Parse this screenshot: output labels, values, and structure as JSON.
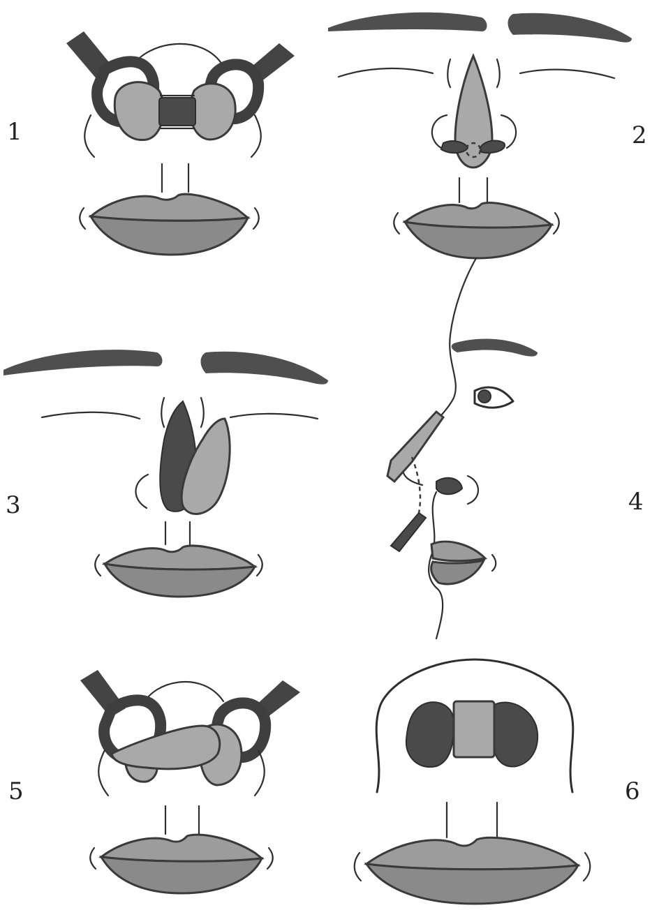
{
  "panels": [
    {
      "id": "1",
      "label": "1"
    },
    {
      "id": "2",
      "label": "2"
    },
    {
      "id": "3",
      "label": "3"
    },
    {
      "id": "4",
      "label": "4"
    },
    {
      "id": "5",
      "label": "5"
    },
    {
      "id": "6",
      "label": "6"
    }
  ],
  "colors": {
    "line": "#2e2e2e",
    "dark_fill": "#4a4a4a",
    "light_fill": "#a9a9a9",
    "background": "#ffffff"
  }
}
